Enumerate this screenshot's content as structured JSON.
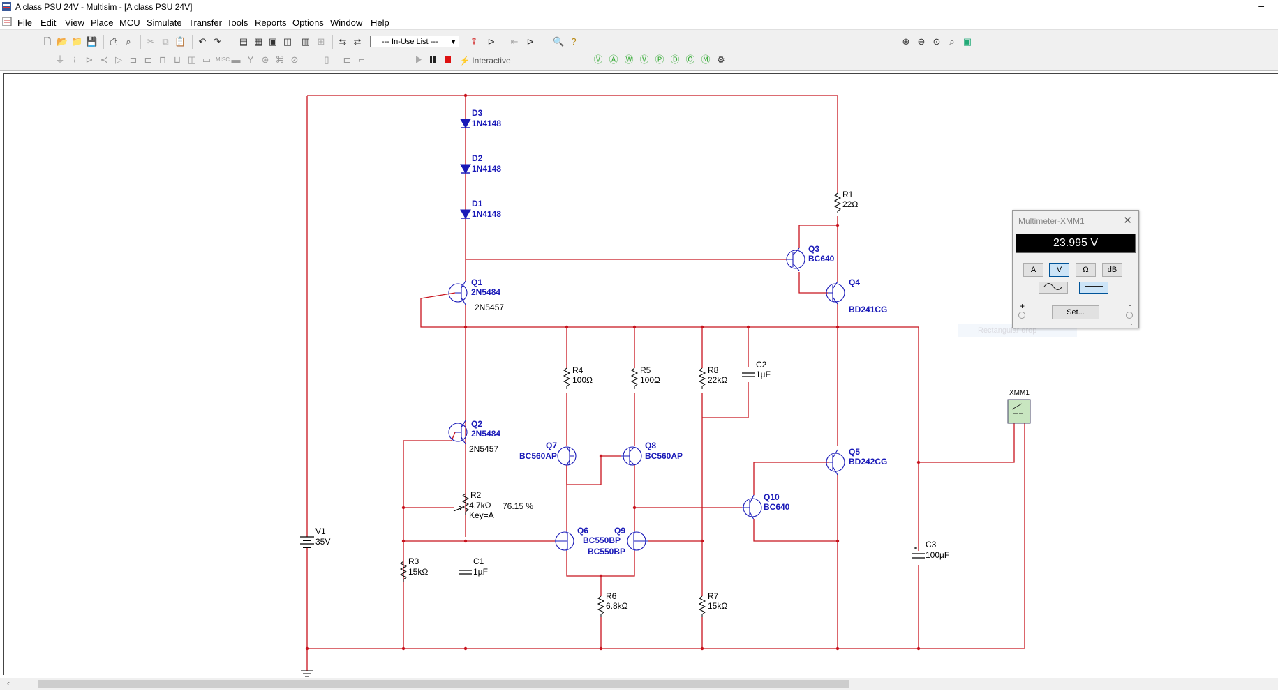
{
  "window": {
    "title": "A class PSU 24V - Multisim - [A class PSU 24V]",
    "minimize_glyph": "–"
  },
  "menu": {
    "items": [
      {
        "label": "File"
      },
      {
        "label": "Edit"
      },
      {
        "label": "View"
      },
      {
        "label": "Place"
      },
      {
        "label": "MCU"
      },
      {
        "label": "Simulate"
      },
      {
        "label": "Transfer"
      },
      {
        "label": "Tools"
      },
      {
        "label": "Reports"
      },
      {
        "label": "Options"
      },
      {
        "label": "Window"
      },
      {
        "label": "Help"
      }
    ]
  },
  "toolbar": {
    "in_use_list": "--- In-Use List ---",
    "interactive_label": "Interactive"
  },
  "multimeter": {
    "title": "Multimeter-XMM1",
    "reading": "23.995 V",
    "buttons": [
      "A",
      "V",
      "Ω",
      "dB"
    ],
    "active_button": "V",
    "set_label": "Set...",
    "plus": "+",
    "minus": "-"
  },
  "ghost_tooltip": "Rectangular drop",
  "schematic": {
    "wire_color": "#c8141e",
    "components": {
      "D3": {
        "name": "D3",
        "value": "1N4148"
      },
      "D2": {
        "name": "D2",
        "value": "1N4148"
      },
      "D1": {
        "name": "D1",
        "value": "1N4148"
      },
      "R1": {
        "name": "R1",
        "value": "22Ω"
      },
      "Q3": {
        "name": "Q3",
        "value": "BC640"
      },
      "Q4": {
        "name": "Q4",
        "value": "BD241CG"
      },
      "Q1": {
        "name": "Q1",
        "value": "2N5484",
        "alt": "2N5457"
      },
      "R4": {
        "name": "R4",
        "value": "100Ω"
      },
      "R5": {
        "name": "R5",
        "value": "100Ω"
      },
      "R8": {
        "name": "R8",
        "value": "22kΩ"
      },
      "C2": {
        "name": "C2",
        "value": "1µF"
      },
      "Q2": {
        "name": "Q2",
        "value": "2N5484",
        "alt": "2N5457"
      },
      "Q7": {
        "name": "Q7",
        "value": "BC560AP"
      },
      "Q8": {
        "name": "Q8",
        "value": "BC560AP"
      },
      "Q5": {
        "name": "Q5",
        "value": "BD242CG"
      },
      "R2": {
        "name": "R2",
        "value": "4.7kΩ",
        "key": "Key=A",
        "percent": "76.15 %"
      },
      "Q10": {
        "name": "Q10",
        "value": "BC640"
      },
      "Q6": {
        "name": "Q6",
        "value": "BC550BP"
      },
      "Q9": {
        "name": "Q9",
        "value": "BC550BP"
      },
      "V1": {
        "name": "V1",
        "value": "35V"
      },
      "R3": {
        "name": "R3",
        "value": "15kΩ"
      },
      "C1": {
        "name": "C1",
        "value": "1µF"
      },
      "R6": {
        "name": "R6",
        "value": "6.8kΩ"
      },
      "R7": {
        "name": "R7",
        "value": "15kΩ"
      },
      "C3": {
        "name": "C3",
        "value": "100µF"
      },
      "XMM1": {
        "name": "XMM1"
      }
    }
  }
}
